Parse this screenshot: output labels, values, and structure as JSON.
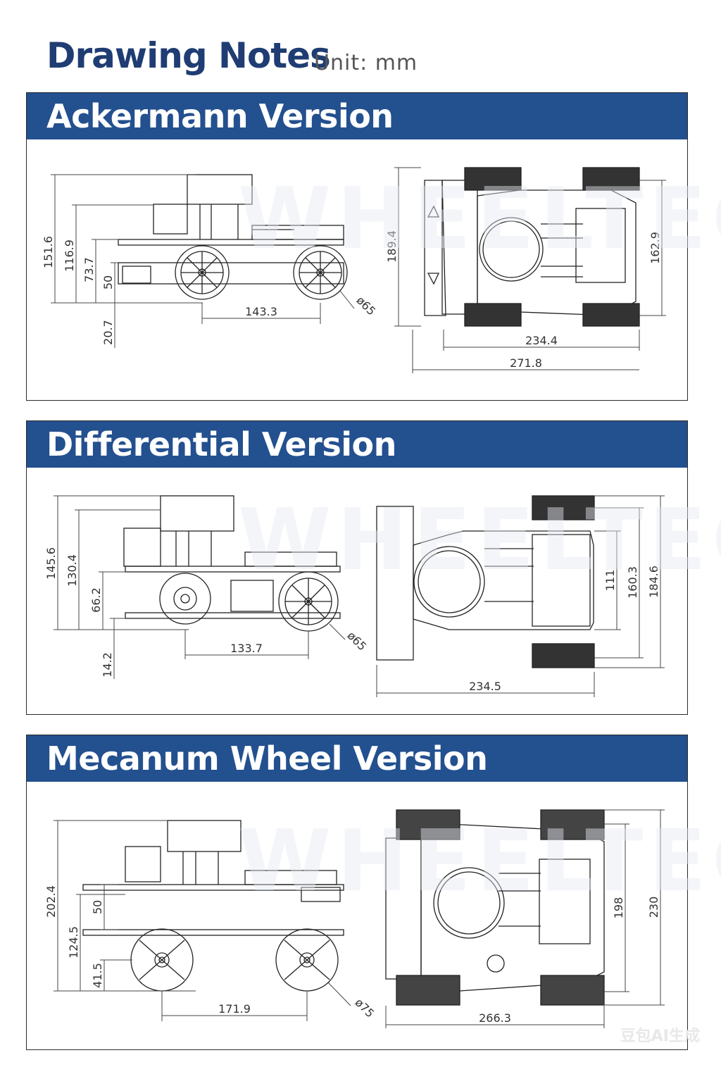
{
  "page": {
    "title": "Drawing Notes",
    "unit_label": "Unit: mm",
    "corner_mark": "豆包AI生成"
  },
  "sections": [
    {
      "heading": "Ackermann Version",
      "side_dims": {
        "total_height": "151.6",
        "mid_height": "116.9",
        "chassis_height": "73.7",
        "deck_height": "50",
        "ground_clearance": "20.7",
        "wheelbase": "143.3",
        "wheel_diameter": "ø65"
      },
      "top_dims": {
        "length": "189.4",
        "width_axle": "162.9",
        "track_inner": "234.4",
        "track_outer": "271.8"
      }
    },
    {
      "heading": "Differential Version",
      "side_dims": {
        "total_height": "145.6",
        "mid_height": "130.4",
        "chassis_height": "66.2",
        "ground_clearance": "14.2",
        "wheelbase": "133.7",
        "wheel_diameter": "ø65"
      },
      "top_dims": {
        "width_inner": "111",
        "width_mid": "160.3",
        "width_outer": "184.6",
        "length": "234.5"
      }
    },
    {
      "heading": "Mecanum Wheel Version",
      "side_dims": {
        "total_height": "202.4",
        "mid_height": "124.5",
        "deck_height": "50",
        "ground_clearance": "41.5",
        "wheelbase": "171.9",
        "wheel_diameter": "ø75"
      },
      "top_dims": {
        "width_inner": "198",
        "width_outer": "230",
        "length": "266.3"
      }
    }
  ],
  "watermark": "WHEELTEC"
}
